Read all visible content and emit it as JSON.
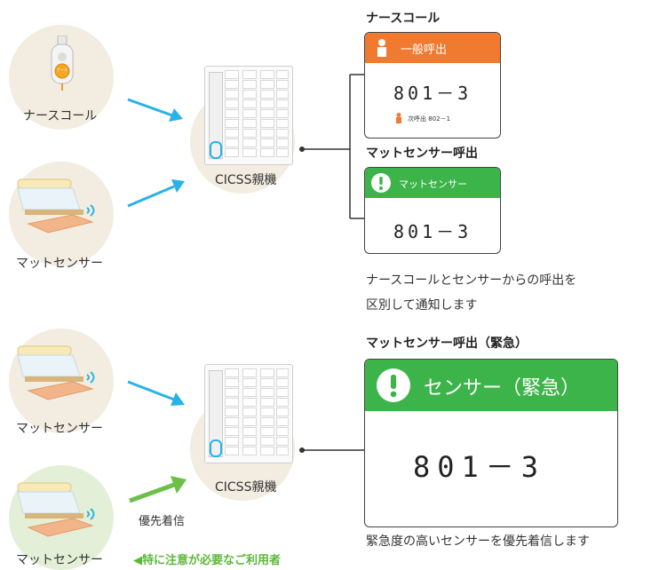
{
  "devices": {
    "nurse_call_label": "ナースコール",
    "nurse_call_button_text": "ナース",
    "mat_sensor_label_1": "マットセンサー",
    "mat_sensor_label_2": "マットセンサー",
    "mat_sensor_label_3": "マットセンサー"
  },
  "station": {
    "label_1": "CICSS親機",
    "label_2": "CICSS親機"
  },
  "cards": {
    "nurse_call_title": "ナースコール",
    "nurse_call_header": "一般呼出",
    "nurse_call_number": "801－3",
    "nurse_call_next": "次呼出 802－1",
    "mat_title": "マットセンサー呼出",
    "mat_header": "マットセンサー",
    "mat_number": "801－3",
    "emergency_title": "マットセンサー呼出（緊急）",
    "emergency_header": "センサー（緊急）",
    "emergency_number": "801－3"
  },
  "descriptions": {
    "top_line_1": "ナースコールとセンサーからの呼出を",
    "top_line_2": "区別して通知します",
    "bottom": "緊急度の高いセンサーを優先着信します"
  },
  "priority": {
    "label": "優先着信",
    "note": "◀特に注意が必要なご利用者"
  },
  "colors": {
    "orange": "#f07a30",
    "green": "#3cb44a",
    "arrow_blue": "#27b3e8",
    "arrow_green": "#6cc04a",
    "circle_beige": "#f2ece1",
    "circle_green": "#e3f0d7"
  }
}
